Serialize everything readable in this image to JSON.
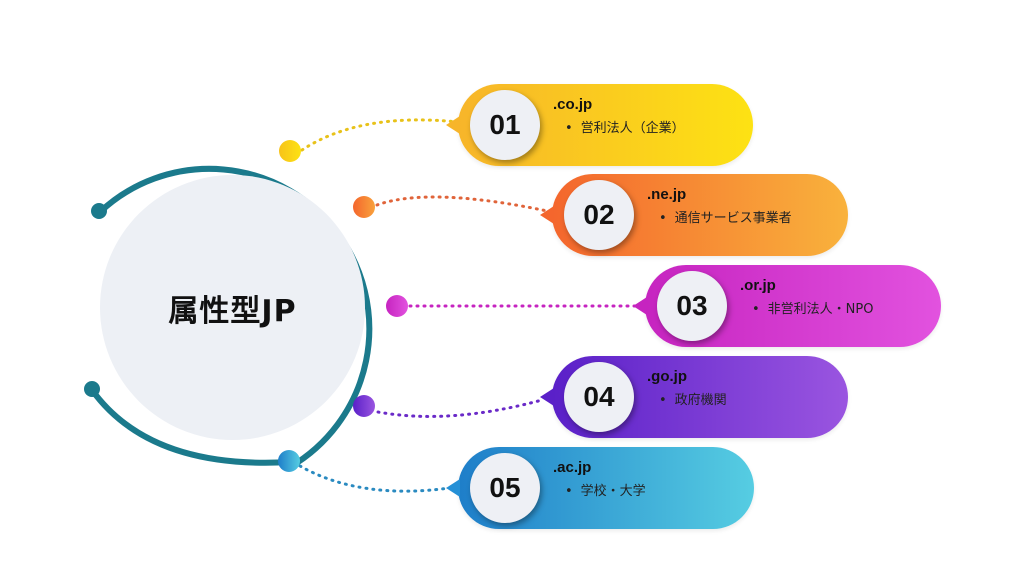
{
  "hub": {
    "title": "属性型JP",
    "ring_color": "#1b7a8c",
    "fill": "#edf0f5"
  },
  "items": [
    {
      "number": "01",
      "domain": ".co.jp",
      "description": "営利法人（企業）",
      "color_start": "#f7b52a",
      "color_end": "#fde213"
    },
    {
      "number": "02",
      "domain": ".ne.jp",
      "description": "通信サービス事業者",
      "color_start": "#f4662d",
      "color_end": "#f9b23c"
    },
    {
      "number": "03",
      "domain": ".or.jp",
      "description": "非営利法人・NPO",
      "color_start": "#c624c0",
      "color_end": "#e252df"
    },
    {
      "number": "04",
      "domain": ".go.jp",
      "description": "政府機関",
      "color_start": "#5a20c8",
      "color_end": "#9a55e0"
    },
    {
      "number": "05",
      "domain": ".ac.jp",
      "description": "学校・大学",
      "color_start": "#1e7ec9",
      "color_end": "#56cde2"
    }
  ]
}
